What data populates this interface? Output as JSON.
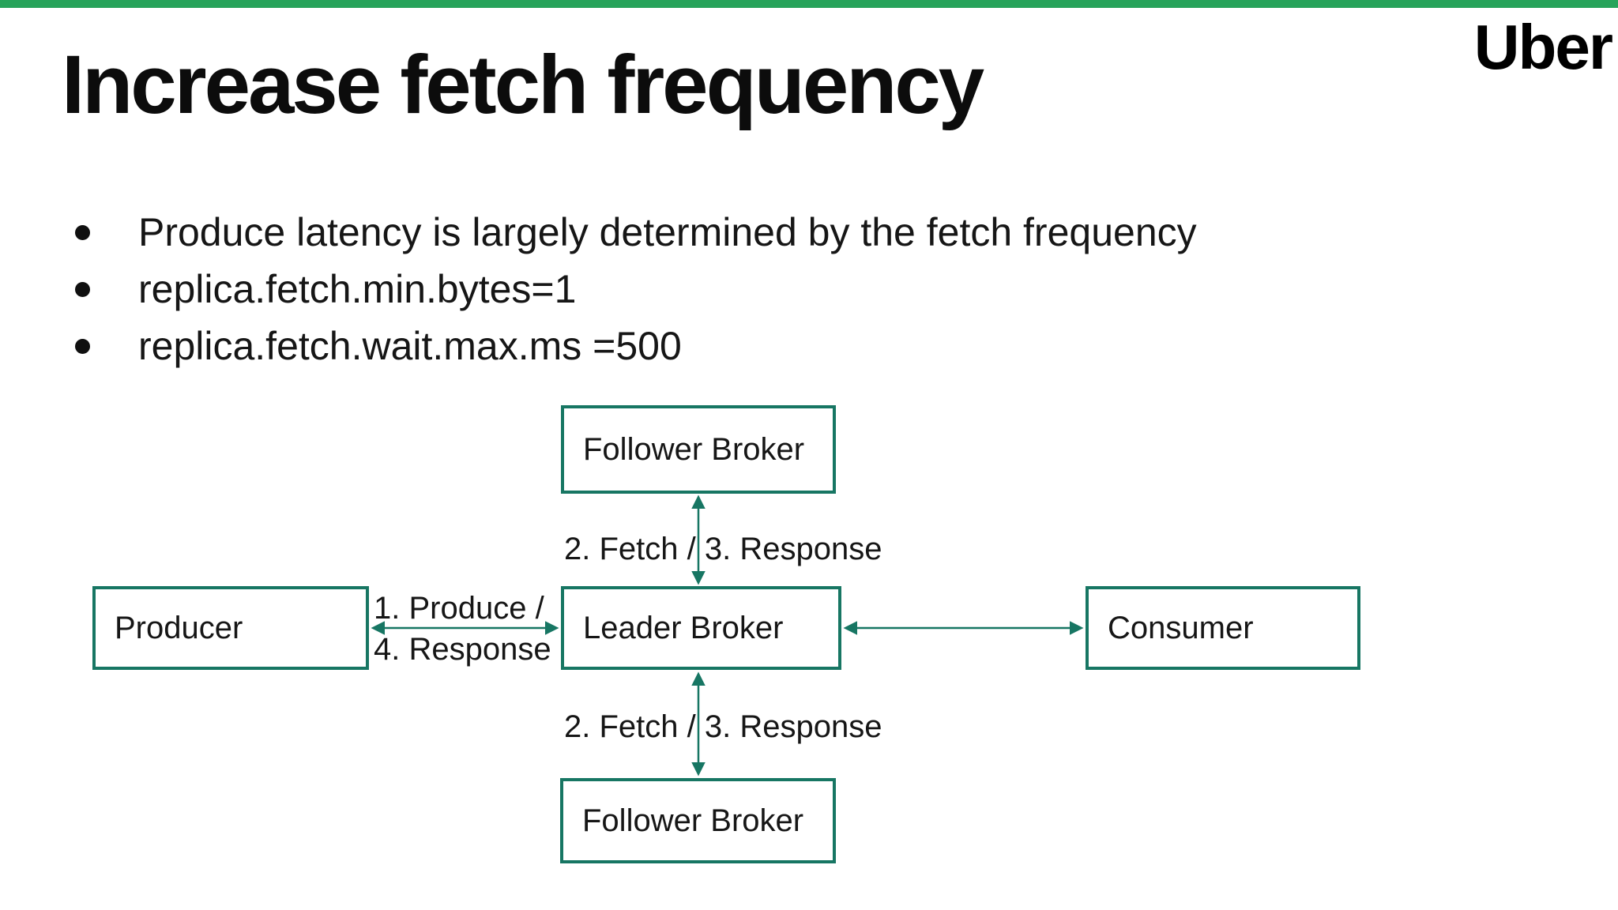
{
  "colors": {
    "accent": "#177663",
    "strip": "#27a35a"
  },
  "logo": {
    "text": "Uber"
  },
  "slide": {
    "title": "Increase fetch frequency"
  },
  "bullets": [
    "Produce latency is largely determined by the fetch frequency",
    "replica.fetch.min.bytes=1",
    "replica.fetch.wait.max.ms =500"
  ],
  "diagram": {
    "nodes": {
      "follower_top": "Follower Broker",
      "producer": "Producer",
      "leader": "Leader Broker",
      "consumer": "Consumer",
      "follower_bottom": "Follower Broker"
    },
    "labels": {
      "fetch_response_top": "2. Fetch / 3. Response",
      "produce_line1": "1. Produce /",
      "produce_line2": "4. Response",
      "fetch_response_bottom": "2. Fetch / 3. Response"
    }
  }
}
